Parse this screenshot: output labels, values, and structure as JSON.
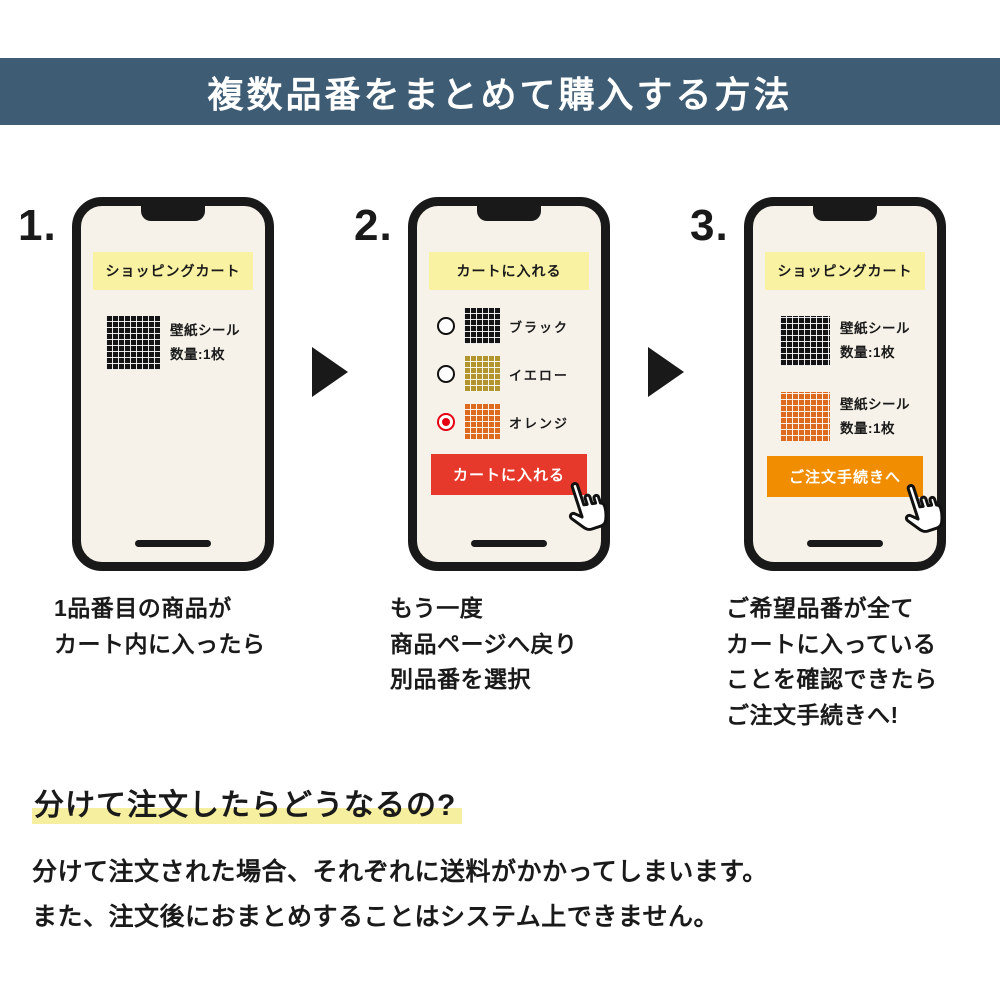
{
  "header": {
    "title": "複数品番をまとめて購入する方法"
  },
  "steps": [
    {
      "number": "1.",
      "phone": {
        "banner": "ショッピングカート",
        "items": [
          {
            "swatch": "black",
            "name": "壁紙シール",
            "qty": "数量:1枚"
          }
        ]
      },
      "caption": "1品番目の商品が\nカート内に入ったら"
    },
    {
      "number": "2.",
      "phone": {
        "banner": "カートに入れる",
        "options": [
          {
            "selected": false,
            "swatch": "black",
            "label": "ブラック"
          },
          {
            "selected": false,
            "swatch": "yellow",
            "label": "イエロー"
          },
          {
            "selected": true,
            "swatch": "orange",
            "label": "オレンジ"
          }
        ],
        "button_label": "カートに入れる"
      },
      "caption": "もう一度\n商品ページへ戻り\n別品番を選択"
    },
    {
      "number": "3.",
      "phone": {
        "banner": "ショッピングカート",
        "items": [
          {
            "swatch": "black",
            "name": "壁紙シール",
            "qty": "数量:1枚"
          },
          {
            "swatch": "orange",
            "name": "壁紙シール",
            "qty": "数量:1枚"
          }
        ],
        "button_label": "ご注文手続きへ"
      },
      "caption": "ご希望品番が全て\nカートに入っている\nことを確認できたら\nご注文手続きへ!"
    }
  ],
  "note": {
    "heading": "分けて注文したらどうなるの?",
    "line1": "分けて注文された場合、それぞれに送料がかかってしまいます。",
    "line2": "また、注文後におまとめすることはシステム上できません。"
  },
  "icons": {
    "arrow": "right-triangle",
    "cursor": "pointing-hand-cursor"
  },
  "colors": {
    "header_bg": "#3e5c74",
    "phone_banner_bg": "#f9f2a3",
    "add_to_cart_button": "#e6392b",
    "checkout_button": "#f18d00",
    "selected_radio": "#e50012",
    "heading_highlight": "#f5ef9f",
    "swatch_black": "#141414",
    "swatch_yellow": "#b2952f",
    "swatch_orange": "#dd6b1f",
    "phone_screen_bg": "#f6f2e9"
  }
}
